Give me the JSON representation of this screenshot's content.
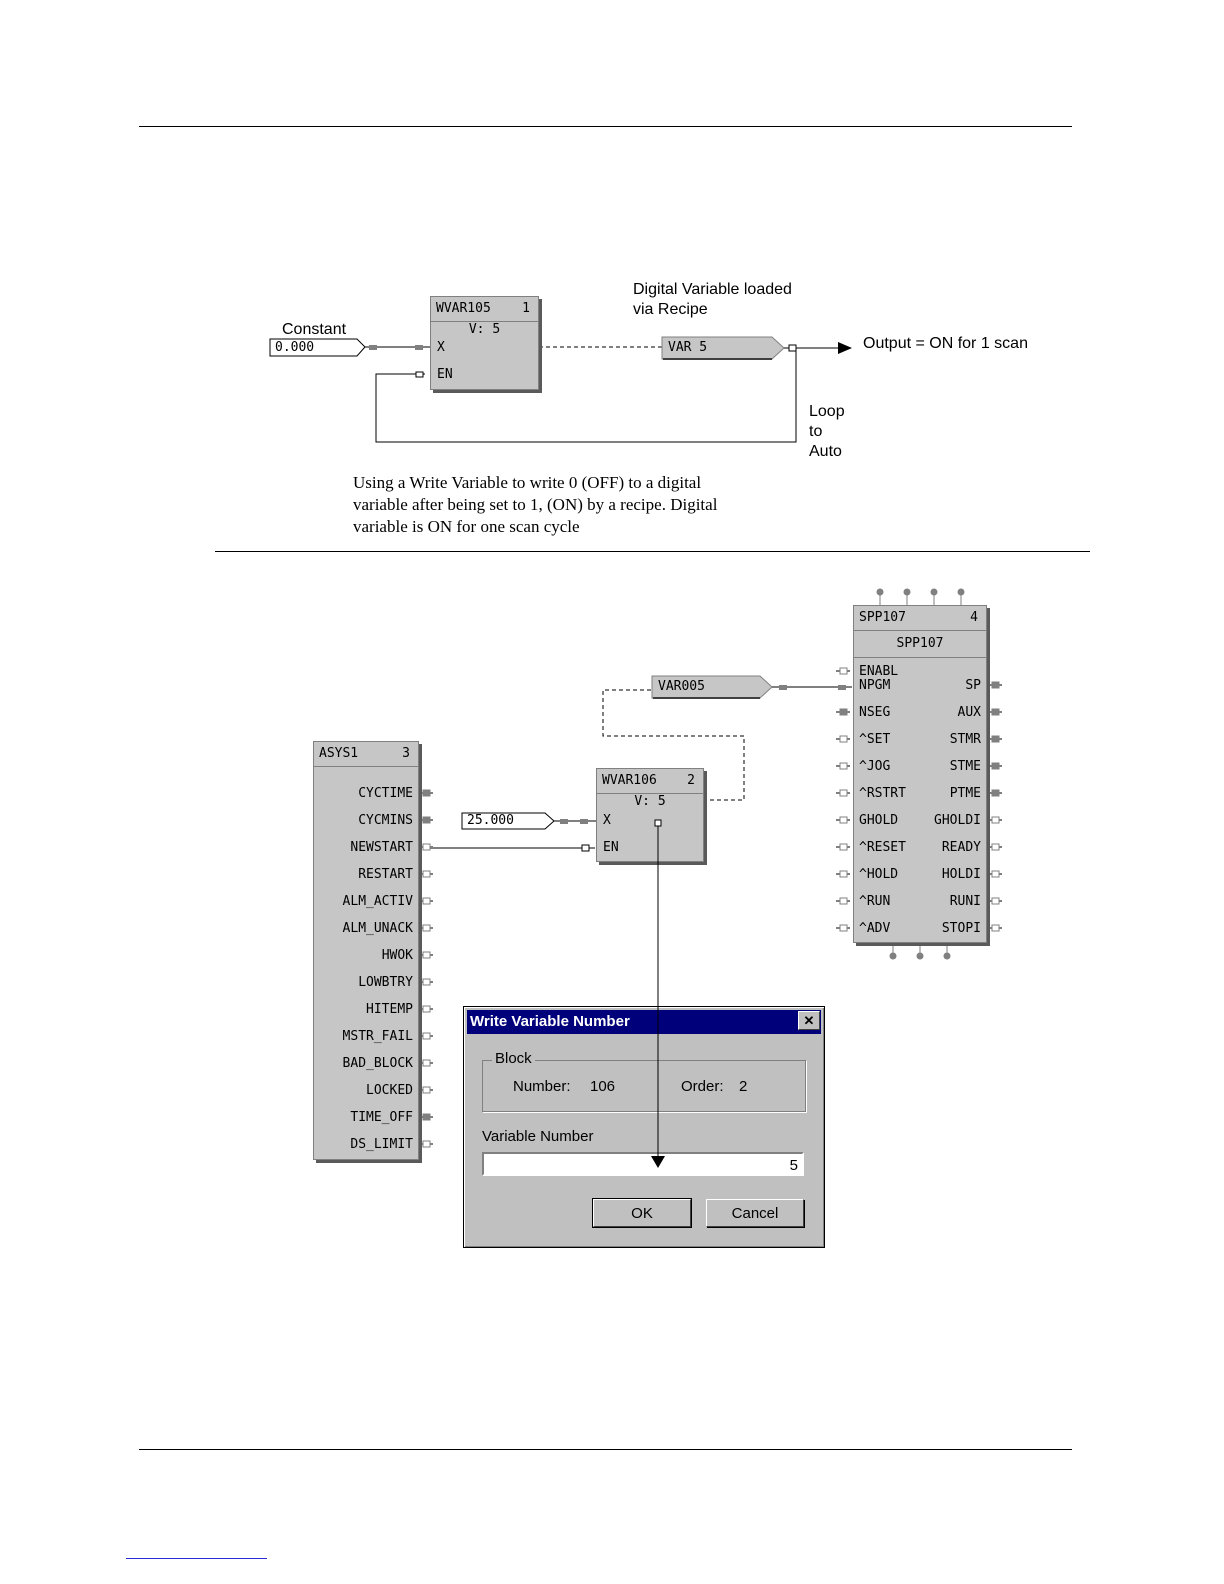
{
  "figure1": {
    "constant_label": "Constant",
    "constant_value": "0.000",
    "block": {
      "name": "WVAR105",
      "number": "1",
      "sub": "V: 5",
      "pin_x": "X",
      "pin_en": "EN"
    },
    "var_tag": "VAR 5",
    "recipe_note_line1": "Digital Variable loaded",
    "recipe_note_line2": "via Recipe",
    "output_note": "Output = ON for 1 scan",
    "loop_line1": "Loop",
    "loop_line2": "to",
    "loop_line3": "Auto",
    "caption_line1": "Using a Write Variable to write 0 (OFF) to a digital",
    "caption_line2": "variable after being set to 1, (ON) by a recipe. Digital",
    "caption_line3": "variable is ON for one scan cycle"
  },
  "figure2": {
    "asys": {
      "name": "ASYS1",
      "number": "3",
      "outputs": [
        "CYCTIME",
        "CYCMINS",
        "NEWSTART",
        "RESTART",
        "ALM_ACTIV",
        "ALM_UNACK",
        "HWOK",
        "LOWBTRY",
        "HITEMP",
        "MSTR_FAIL",
        "BAD_BLOCK",
        "LOCKED",
        "TIME_OFF",
        "DS_LIMIT"
      ]
    },
    "wvar": {
      "name": "WVAR106",
      "number": "2",
      "sub": "V: 5",
      "pin_x": "X",
      "pin_en": "EN"
    },
    "constant_value": "25.000",
    "var_tag": "VAR005",
    "spp": {
      "name": "SPP107",
      "number": "4",
      "sub": "SPP107",
      "inputs": [
        "ENABL",
        "NPGM",
        "NSEG",
        "^SET",
        "^JOG",
        "^RSTRT",
        "GHOLD",
        "^RESET",
        "^HOLD",
        "^RUN",
        "^ADV"
      ],
      "outputs": [
        "SP",
        "AUX",
        "STMR",
        "STME",
        "PTME",
        "GHOLDI",
        "READY",
        "HOLDI",
        "RUNI",
        "STOPI"
      ]
    },
    "dialog": {
      "title": "Write Variable Number",
      "group_label": "Block",
      "number_label": "Number:",
      "number_value": "106",
      "order_label": "Order:",
      "order_value": "2",
      "var_label": "Variable Number",
      "var_value": "5",
      "ok": "OK",
      "cancel": "Cancel"
    }
  }
}
